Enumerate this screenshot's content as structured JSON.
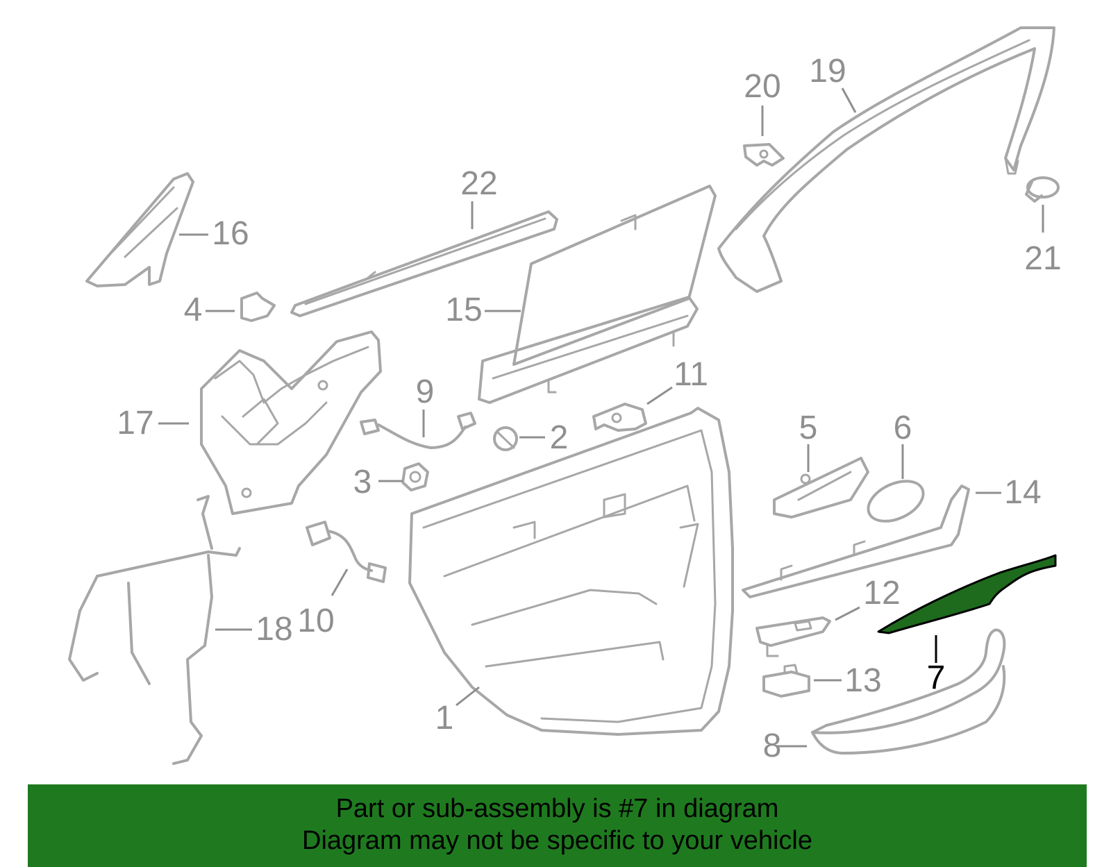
{
  "callouts": [
    {
      "id": "1",
      "label": "1"
    },
    {
      "id": "2",
      "label": "2"
    },
    {
      "id": "3",
      "label": "3"
    },
    {
      "id": "4",
      "label": "4"
    },
    {
      "id": "5",
      "label": "5"
    },
    {
      "id": "6",
      "label": "6"
    },
    {
      "id": "7",
      "label": "7",
      "highlighted": true
    },
    {
      "id": "8",
      "label": "8"
    },
    {
      "id": "9",
      "label": "9"
    },
    {
      "id": "10",
      "label": "10"
    },
    {
      "id": "11",
      "label": "11"
    },
    {
      "id": "12",
      "label": "12"
    },
    {
      "id": "13",
      "label": "13"
    },
    {
      "id": "14",
      "label": "14"
    },
    {
      "id": "15",
      "label": "15"
    },
    {
      "id": "16",
      "label": "16"
    },
    {
      "id": "17",
      "label": "17"
    },
    {
      "id": "18",
      "label": "18"
    },
    {
      "id": "19",
      "label": "19"
    },
    {
      "id": "20",
      "label": "20"
    },
    {
      "id": "21",
      "label": "21"
    },
    {
      "id": "22",
      "label": "22"
    }
  ],
  "colors": {
    "highlight_part": "#1e6b1e",
    "banner": "#1f7a1f",
    "parts_stroke": "#a7a7a7",
    "callout_text": "#8f8f8f",
    "highlight_text": "#000000"
  },
  "banner": {
    "line1": "Part or sub-assembly is #7 in diagram",
    "line2": "Diagram may not be specific to your vehicle"
  }
}
